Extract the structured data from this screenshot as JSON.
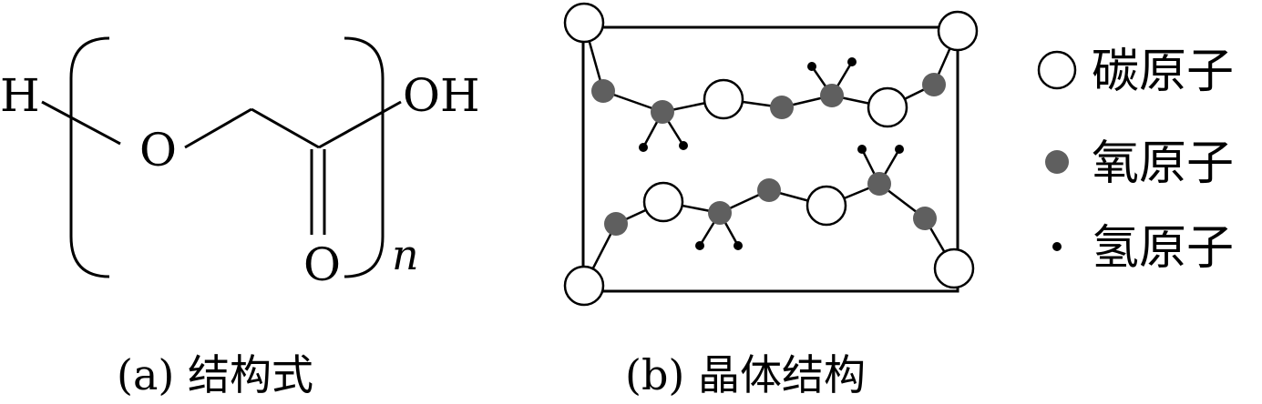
{
  "panel_a": {
    "atoms": {
      "h": "H",
      "o_ring": "O",
      "oh": "OH",
      "o_carbonyl": "O"
    },
    "subscript": "n",
    "caption": "(a) 结构式"
  },
  "panel_b": {
    "caption": "(b) 晶体结构"
  },
  "legend": {
    "carbon": "碳原子",
    "oxygen": "氧原子",
    "hydrogen": "氢原子"
  },
  "colors": {
    "carbon_fill": "#ffffff",
    "oxygen_fill": "#5f5f5f",
    "hydrogen_fill": "#000000",
    "line": "#000000"
  }
}
